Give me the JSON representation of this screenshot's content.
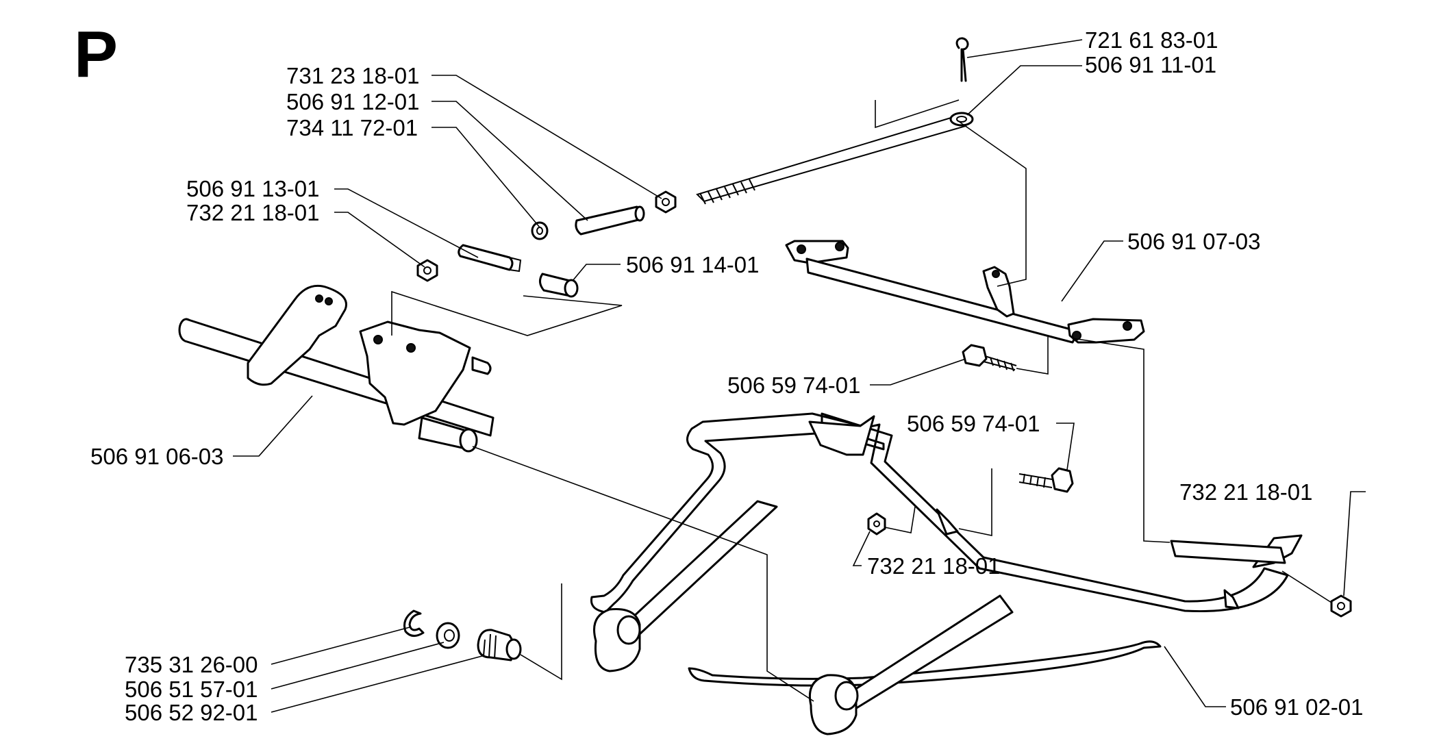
{
  "section_letter": "P",
  "labels": {
    "cotter_pin": "721 61 83-01",
    "rod_end": "506 91 11-01",
    "nut_rod": "731 23 18-01",
    "sleeve": "506 91 12-01",
    "washer_small": "734 11 72-01",
    "pin": "506 91 13-01",
    "nut_left": "732 21 18-01",
    "bushing": "506 91 14-01",
    "bracket_shaft": "506 91 07-03",
    "bolt_upper": "506 59 74-01",
    "bolt_lower": "506 59 74-01",
    "axle_shaft": "506 91 06-03",
    "nut_right": "732 21 18-01",
    "nut_center": "732 21 18-01",
    "retaining_ring": "735 31 26-00",
    "washer_front": "506 51 57-01",
    "bearing": "506 52 92-01",
    "frame": "506 91 02-01"
  }
}
